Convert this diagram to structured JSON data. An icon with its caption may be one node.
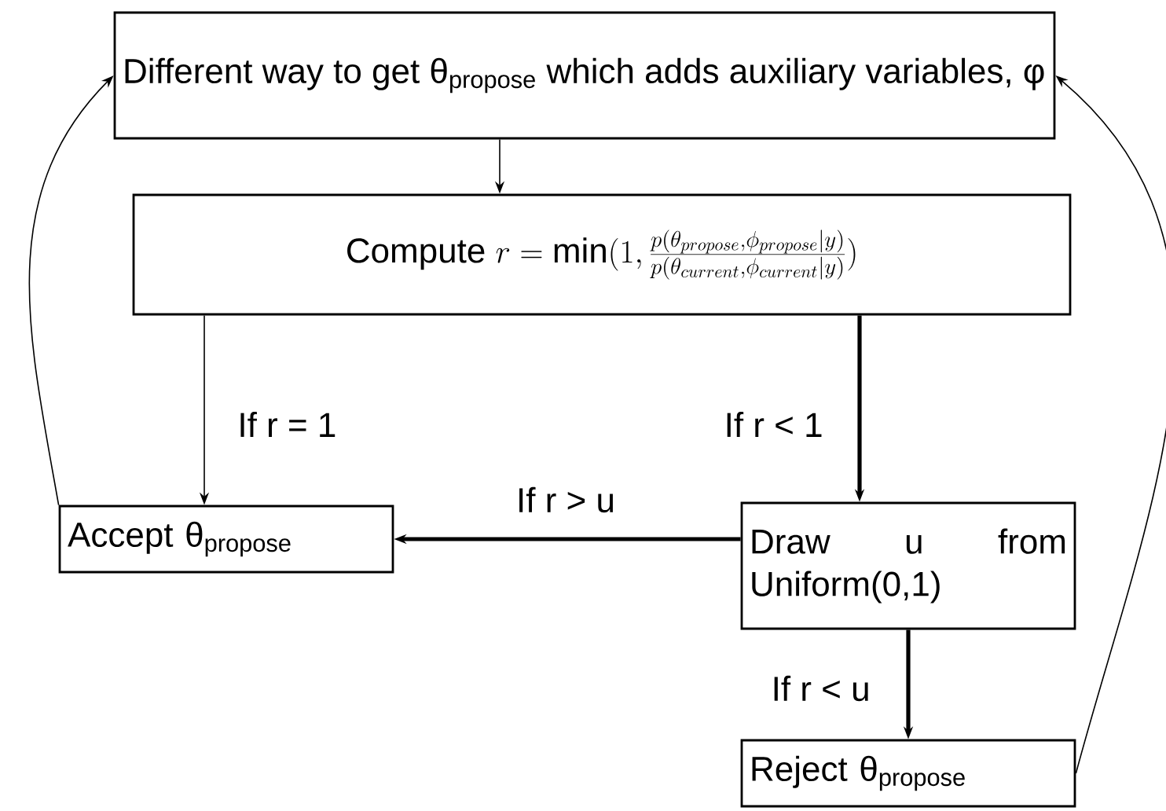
{
  "diagram": {
    "nodes": [
      {
        "text": [
          "Different way to get θ$_{propose}$ which adds auxiliary variables, φ"
        ]
      },
      {
        "text": [
          "Compute",
          "r = \\min(1, \\frac{p(\\theta_{propose},\\phi_{propose}|y)}{p(\\theta_{current},\\phi_{current}|y)})"
        ]
      },
      {
        "text": [
          "Accept θ$_{propose}$"
        ]
      },
      {
        "text": [
          "Draw u from Uniform(0,1)"
        ]
      },
      {
        "text": [
          "Reject θ$_{propose}$"
        ]
      }
    ],
    "edges": [
      {
        "from": 0,
        "to": 1,
        "arrow": "to"
      },
      {
        "from": 1,
        "to": 2,
        "arrow": "to",
        "label": "If r = 1"
      },
      {
        "from": 1,
        "to": 3,
        "arrow": "to",
        "label": "If r < 1",
        "style": "thick"
      },
      {
        "from": 3,
        "to": 2,
        "arrow": "to",
        "label": "If r > u",
        "style": "thick"
      },
      {
        "from": 3,
        "to": 4,
        "arrow": "to",
        "label": "If r < u",
        "style": "thick"
      },
      {
        "from": 2,
        "to": 0,
        "arrow": "to"
      },
      {
        "from": 4,
        "to": 0,
        "arrow": "to"
      }
    ]
  }
}
